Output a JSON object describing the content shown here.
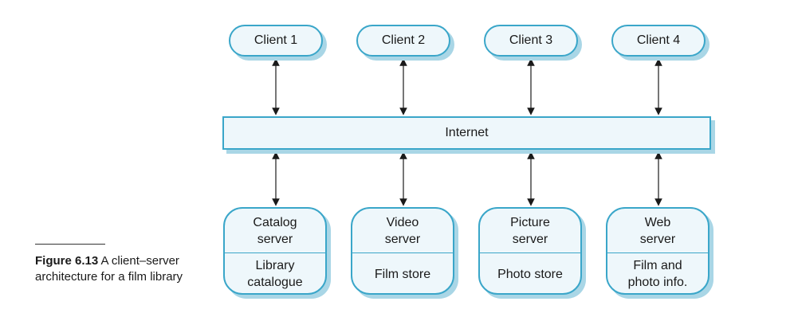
{
  "clients": [
    "Client 1",
    "Client 2",
    "Client 3",
    "Client 4"
  ],
  "internet": "Internet",
  "servers": [
    {
      "name": "Catalog\nserver",
      "store": "Library\ncatalogue"
    },
    {
      "name": "Video\nserver",
      "store": "Film store"
    },
    {
      "name": "Picture\nserver",
      "store": "Photo store"
    },
    {
      "name": "Web\nserver",
      "store": "Film and\nphoto info."
    }
  ],
  "caption": {
    "label": "Figure 6.13",
    "text": " A client–server architecture for a film library"
  },
  "colors": {
    "border": "#3aa6c9",
    "fill": "#eef7fb",
    "shadow": "#a9d6e6"
  }
}
